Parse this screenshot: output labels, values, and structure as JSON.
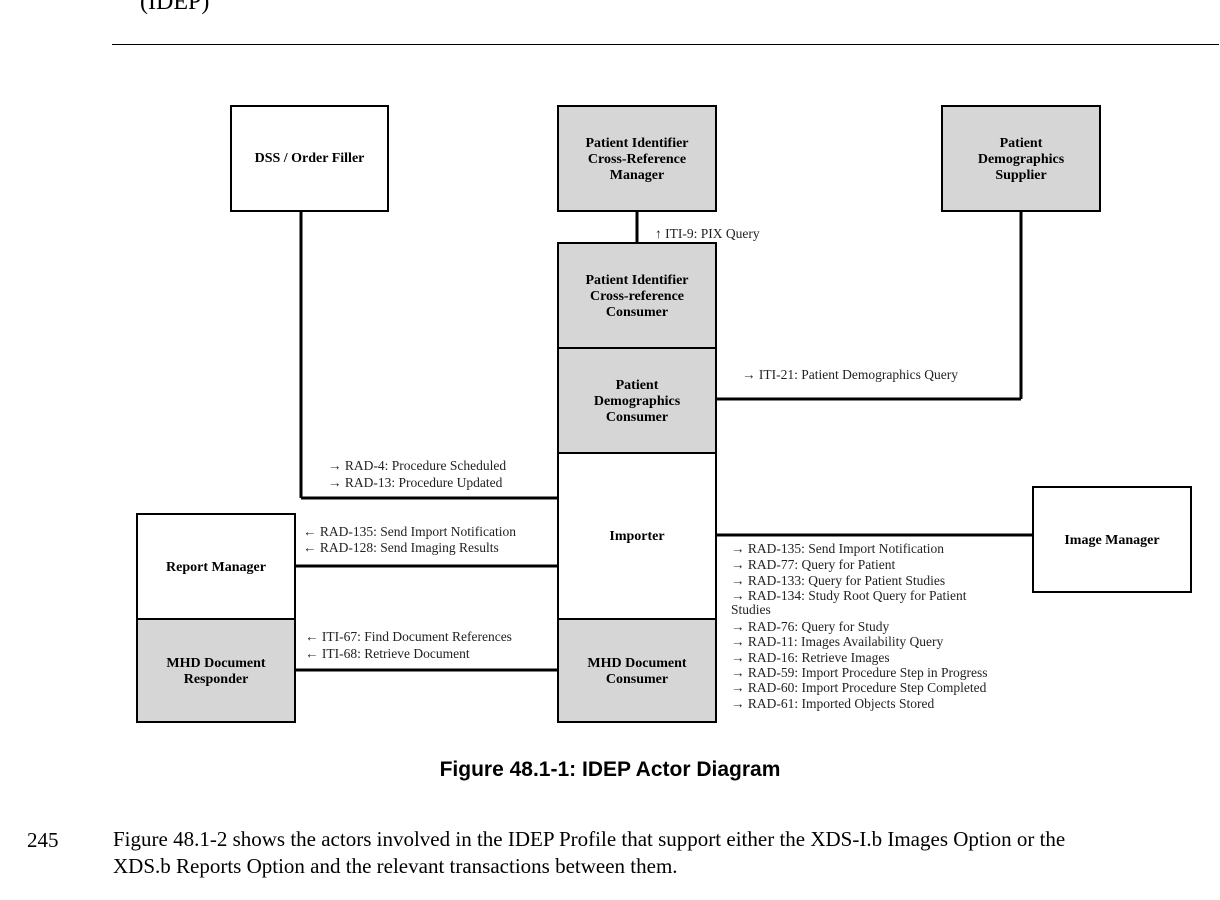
{
  "page": {
    "top_fragment": "(IDEP)",
    "figure_caption": "Figure 48.1-1: IDEP Actor Diagram",
    "line_number": "245",
    "paragraph": "Figure 48.1-2 shows the actors involved in the IDEP Profile that support either the XDS-I.b Images Option or the XDS.b Reports Option and the relevant transactions between them."
  },
  "colors": {
    "shaded_fill": "#d6d6d6",
    "white_fill": "#ffffff",
    "line": "#000000"
  },
  "actors": {
    "dss": [
      "DSS / Order Filler"
    ],
    "pix_mgr": [
      "Patient Identifier",
      "Cross-Reference",
      "Manager"
    ],
    "pds": [
      "Patient",
      "Demographics",
      "Supplier"
    ],
    "pix_consumer": [
      "Patient Identifier",
      "Cross-reference",
      "Consumer"
    ],
    "pdc": [
      "Patient",
      "Demographics",
      "Consumer"
    ],
    "importer": [
      "Importer"
    ],
    "report_mgr": [
      "Report Manager"
    ],
    "mhd_responder": [
      "MHD Document",
      "Responder"
    ],
    "mhd_consumer": [
      "MHD Document",
      "Consumer"
    ],
    "image_mgr": [
      "Image Manager"
    ]
  },
  "transactions": {
    "pix_query": [
      "↑ ITI-9: PIX Query"
    ],
    "pdq": [
      "→ ITI-21: Patient Demographics Query"
    ],
    "dss_importer": [
      "→ RAD-4: Procedure Scheduled",
      "→ RAD-13: Procedure Updated"
    ],
    "report": [
      "← RAD-135: Send Import Notification",
      "← RAD-128: Send Imaging Results"
    ],
    "mhd": [
      "← ITI-67: Find Document References",
      "← ITI-68: Retrieve Document"
    ],
    "image_mgr": [
      "→ RAD-135: Send Import Notification",
      "→ RAD-77: Query for Patient",
      "→ RAD-133: Query for Patient Studies",
      "→ RAD-134: Study Root Query for Patient",
      "Studies",
      "→ RAD-76: Query for Study",
      "→ RAD-11: Images Availability Query",
      "→ RAD-16: Retrieve Images",
      "→ RAD-59: Import Procedure Step in Progress",
      "→ RAD-60: Import Procedure Step Completed",
      "→ RAD-61: Imported Objects Stored"
    ]
  }
}
